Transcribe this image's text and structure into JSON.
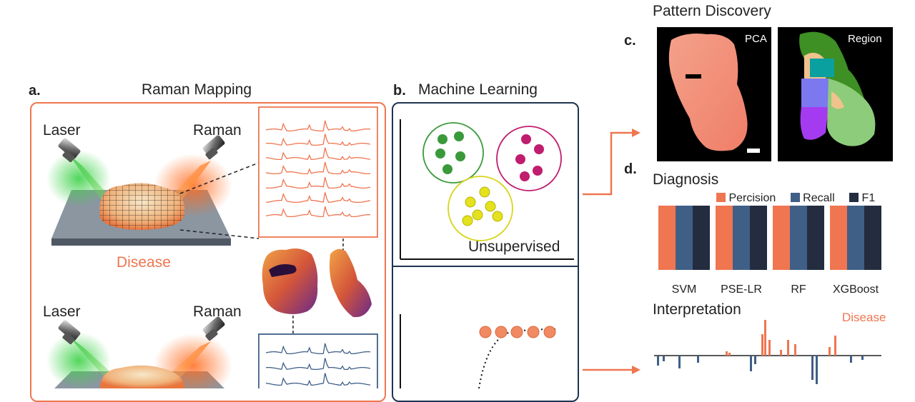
{
  "panel_a": {
    "letter": "a.",
    "title": "Raman Mapping",
    "laser_label": "Laser",
    "raman_label": "Raman",
    "disease_label": "Disease"
  },
  "panel_b": {
    "letter": "b.",
    "title": "Machine Learning",
    "unsupervised_label": "Unsupervised"
  },
  "panel_c": {
    "letter": "c.",
    "title": "Pattern Discovery",
    "pca_label": "PCA",
    "region_label": "Region"
  },
  "panel_d": {
    "letter": "d.",
    "diagnosis_title": "Diagnosis",
    "interpretation_title": "Interpretation",
    "interpretation_disease_label": "Disease"
  },
  "colors": {
    "accent_orange": "#ef7650",
    "navy": "#1f3350",
    "steel_blue": "#3f5f87",
    "dark_navy": "#232d3f",
    "green_cluster": "#3a9a3a",
    "magenta_cluster": "#c01d6e",
    "yellow_cluster": "#d8d51c"
  },
  "chart_data": {
    "type": "bar",
    "categories": [
      "SVM",
      "PSE-LR",
      "RF",
      "XGBoost"
    ],
    "series": [
      {
        "name": "Percision",
        "values": [
          1.0,
          1.0,
          1.0,
          1.0
        ]
      },
      {
        "name": "Recall",
        "values": [
          1.0,
          1.0,
          1.0,
          1.0
        ]
      },
      {
        "name": "F1",
        "values": [
          1.0,
          1.0,
          1.0,
          1.0
        ]
      }
    ],
    "ylim": [
      0,
      1
    ],
    "legend": "top",
    "grid": false
  }
}
